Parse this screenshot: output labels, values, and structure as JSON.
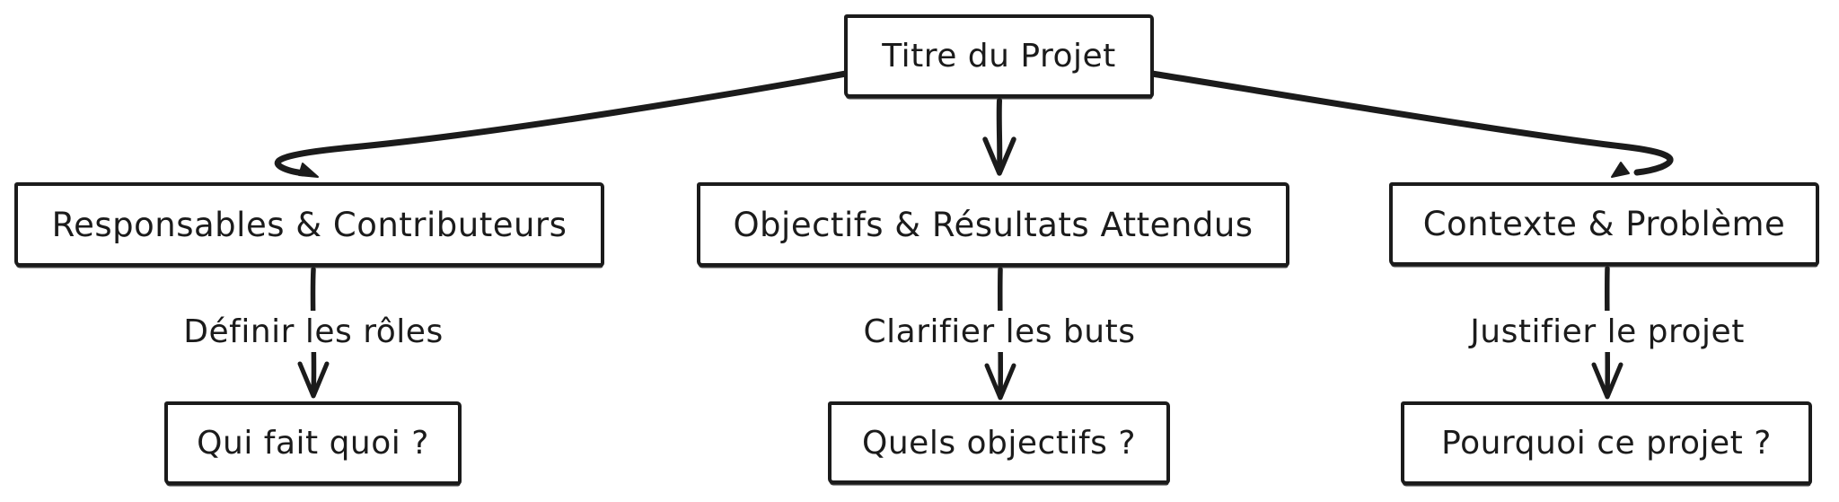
{
  "diagram": {
    "title": "Titre du Projet",
    "branches": [
      {
        "category": "Responsables & Contributeurs",
        "edge_label": "Définir les rôles",
        "question": "Qui fait quoi ?"
      },
      {
        "category": "Objectifs & Résultats Attendus",
        "edge_label": "Clarifier les buts",
        "question": "Quels objectifs ?"
      },
      {
        "category": "Contexte & Problème",
        "edge_label": "Justifier le projet",
        "question": "Pourquoi ce projet ?"
      }
    ],
    "colors": {
      "stroke": "#1b1b1b",
      "background": "#ffffff"
    },
    "style": "hand-drawn-sketch"
  }
}
